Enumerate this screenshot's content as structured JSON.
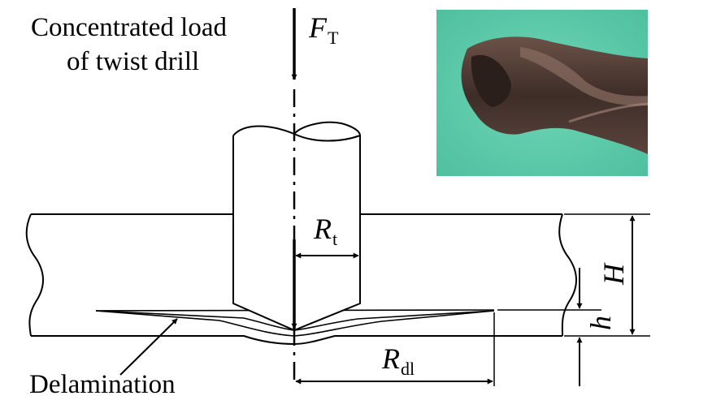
{
  "labels": {
    "load_caption_line1": "Concentrated load",
    "load_caption_line2": "of twist drill",
    "force_symbol": "F",
    "force_subscript": "T",
    "tool_radius_symbol": "R",
    "tool_radius_subscript": "t",
    "delam_radius_symbol": "R",
    "delam_radius_subscript": "dl",
    "thickness_symbol": "H",
    "uncut_thickness_symbol": "h",
    "delamination_label": "Delamination"
  },
  "photo": {
    "subject": "twist-drill-tip-photo",
    "background_color": "#5fcfae",
    "drill_color": "#4a3832"
  },
  "colors": {
    "line": "#000000",
    "background": "#ffffff"
  }
}
